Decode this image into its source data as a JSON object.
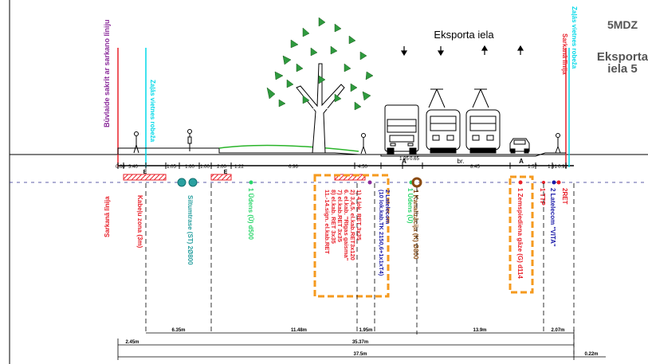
{
  "header": {
    "street_label": "Eksporta iela",
    "code": "5MDZ",
    "name_line1": "Eksporta",
    "name_line2": "iela 5"
  },
  "vertical_labels": {
    "building_line": "Būvlaide sakrīt ar sarkano līniju",
    "green_strip_left": "Zaļās vietnes robeža",
    "green_strip_right": "Zaļās vietnes robeža",
    "red_line_right_top": "Sarkanā līnija",
    "red_line_left_bottom": "Sarkanā līnija"
  },
  "widths": [
    "0.60",
    "3.40",
    "1.05",
    "1.60",
    "1.00",
    "2.00",
    "1.22",
    "6.96",
    "4.50",
    "1.95",
    "0.65",
    "8.45",
    "1.57",
    "1.31",
    "0.92"
  ],
  "zone_letters": {
    "e_left": "E",
    "e_mid": "E",
    "a_left": "A",
    "a_right": "A",
    "br": "br."
  },
  "utilities": [
    {
      "name": "cable-zone",
      "label": "Kabeļu zona (3m)",
      "color": "#e8202a"
    },
    {
      "name": "heating",
      "label": "Siltumtrase (ST) 2Ø800",
      "color": "#2aa0a0"
    },
    {
      "name": "water-1",
      "label": "1 Ūdens (Ū) d500",
      "color": "#2ad66a"
    },
    {
      "name": "cables",
      "label": "1) 4 lok. RET 3x35\n2) 3,4,5. el.kab.RET3x120\n6. el.kab. \"Rīgas gaisma\"\n7) el.kab.RET 3x35\n8) el.kab. RET 3x35\n11.-14.sign. el.kab.RET",
      "color": "#e8202a"
    },
    {
      "name": "telecom",
      "label": "2 Latelecom\n(10 lok.kab.TK 2150,6+1x1xT4)",
      "color": "#1a1aa8"
    },
    {
      "name": "water-2",
      "label": "1 Ūdens (Ū)",
      "color": "#2ad66a"
    },
    {
      "name": "sewer",
      "label": "1 Kanalizācija (K) Ø800",
      "color": "#8a4a10"
    },
    {
      "name": "gas",
      "label": "1 Zemspiediena gāze (G) d114",
      "color": "#e8202a"
    },
    {
      "name": "ttp",
      "label": "1 TTP",
      "color": "#e8202a"
    },
    {
      "name": "ret-right",
      "label": "2RET",
      "color": "#e8202a"
    },
    {
      "name": "telecom-right",
      "label": "2 Latelecom \"VITA\"",
      "color": "#1a1aa8"
    }
  ],
  "dimensions": {
    "d1": "6.35m",
    "d2": "11.48m",
    "d3": "1.95m",
    "d4": "13.9m",
    "d5": "2.07m",
    "d6": "2.45m",
    "d7": "35.37m",
    "d8": "37.5m",
    "d9": "0.22m"
  },
  "colors": {
    "red_line": "#e8202a",
    "green_line": "#00d8e8",
    "purple": "#8a2a9a",
    "orange_box": "#f59a1e",
    "tree_leaf": "#2e9a3e"
  }
}
